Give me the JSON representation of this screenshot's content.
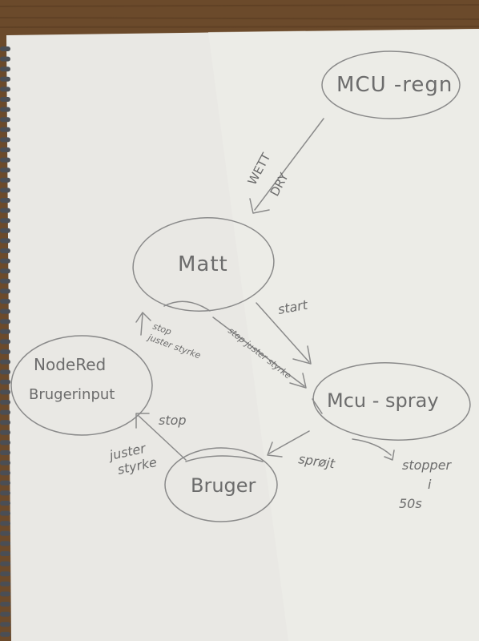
{
  "nodes": {
    "mcu_regn": "MCU -regn",
    "matt": "Matt",
    "nodered_line1": "NodeRed",
    "nodered_line2": "Brugerinput",
    "mcu_spray": "Mcu - spray",
    "bruger": "Bruger"
  },
  "edges": {
    "wett": "WETT",
    "dry": "DRY",
    "start": "start",
    "stop_juster_styrke_to_spray": "stop juster styrke",
    "stop_juster_styrke_to_matt_line1": "stop",
    "stop_juster_styrke_to_matt_line2": "juster styrke",
    "sprojt": "sprøjt",
    "stop_bruger": "stop",
    "juster": "juster",
    "styrke": "styrke",
    "stopper_line1": "stopper",
    "stopper_line2": "i",
    "stopper_line3": "50s"
  },
  "colors": {
    "wood": "#6b4a2b",
    "paper": "#e9e8e4",
    "pencil": "#8a8a8a",
    "spiral": "#4a4e55"
  }
}
